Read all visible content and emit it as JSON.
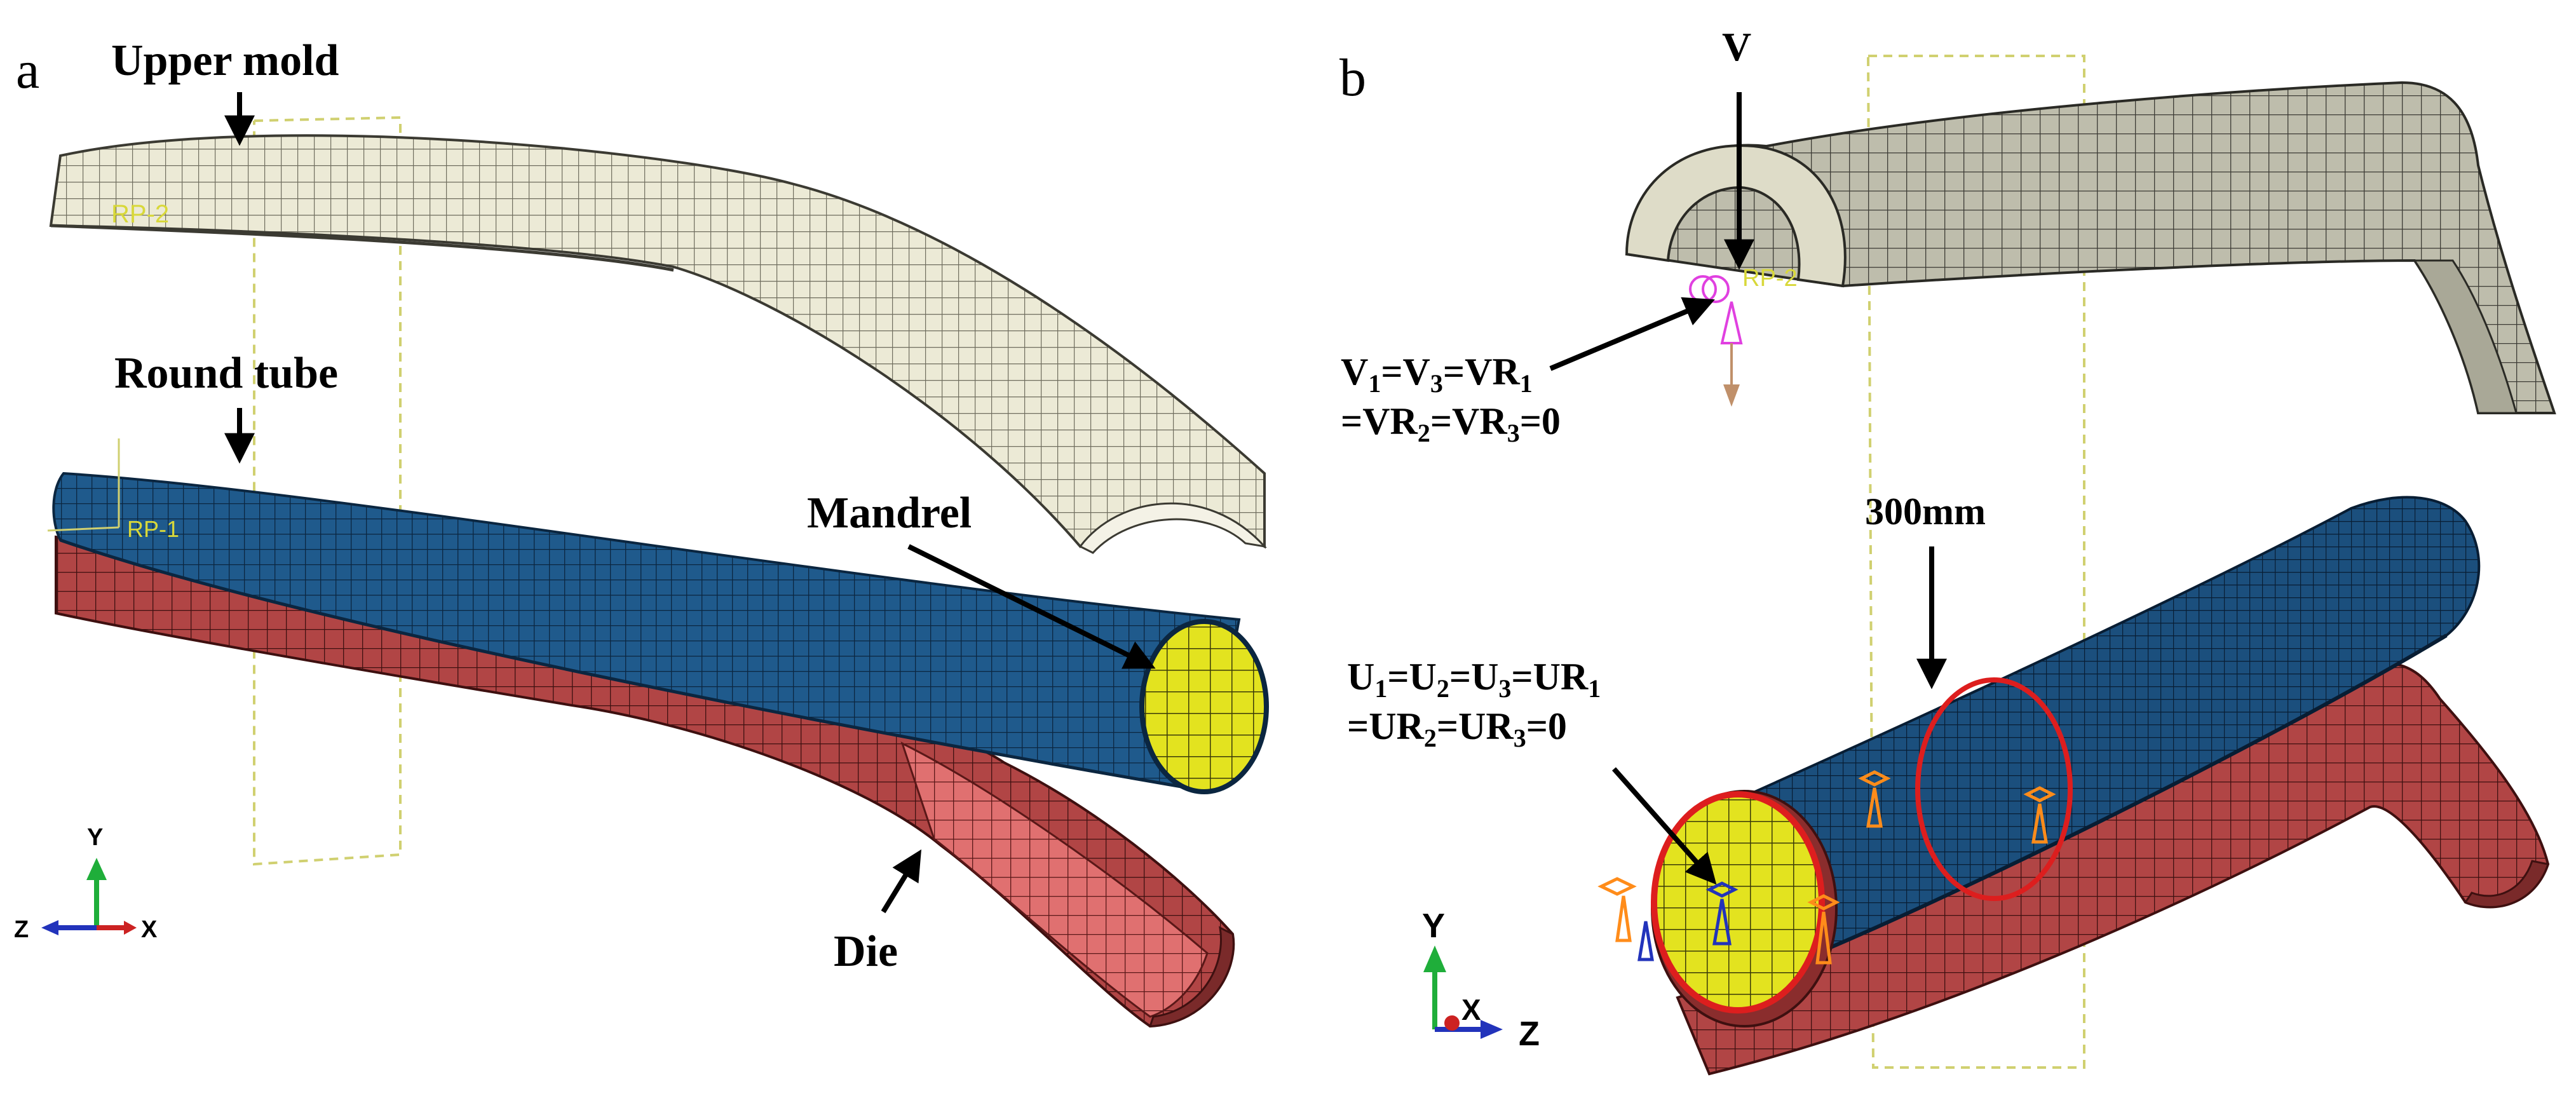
{
  "panels": [
    {
      "letter": "a",
      "labels": {
        "upper_mold": "Upper mold",
        "round_tube": "Round tube",
        "mandrel": "Mandrel",
        "die": "Die"
      },
      "ref_point": "RP-1",
      "ref_point_upper": "RP-2",
      "triad": {
        "y": "Y",
        "z": "Z",
        "x": "X"
      }
    },
    {
      "letter": "b",
      "labels": {
        "velocity": "V",
        "bc_mold_line1_parts": [
          "V",
          "1",
          "=V",
          "3",
          "=VR",
          "1"
        ],
        "bc_mold_line2_parts": [
          "=VR",
          "2",
          "=VR",
          "3",
          "=0"
        ],
        "length": "300mm",
        "bc_tube_line1_parts": [
          "U",
          "1",
          "=U",
          "2",
          "=U",
          "3",
          "=UR",
          "1"
        ],
        "bc_tube_line2_parts": [
          "=UR",
          "2",
          "=UR",
          "3",
          "=0"
        ]
      },
      "ref_point": "RP-2",
      "triad": {
        "y": "Y",
        "x": "X",
        "z": "Z"
      }
    }
  ],
  "colors": {
    "mold": "#e9e7d2",
    "mold_b": "#bdbcaa",
    "tube": "#1f5a8c",
    "die": "#b14545",
    "die_light": "#e07070",
    "mandrel": "#e3e31f",
    "guide": "#d0d070",
    "circle": "#dd1e1e",
    "bc_orange": "#ff8c1a",
    "bc_magenta": "#e040e0",
    "axis_y": "#1fae3a",
    "axis_x": "#cc2222",
    "axis_z": "#2233bb"
  }
}
